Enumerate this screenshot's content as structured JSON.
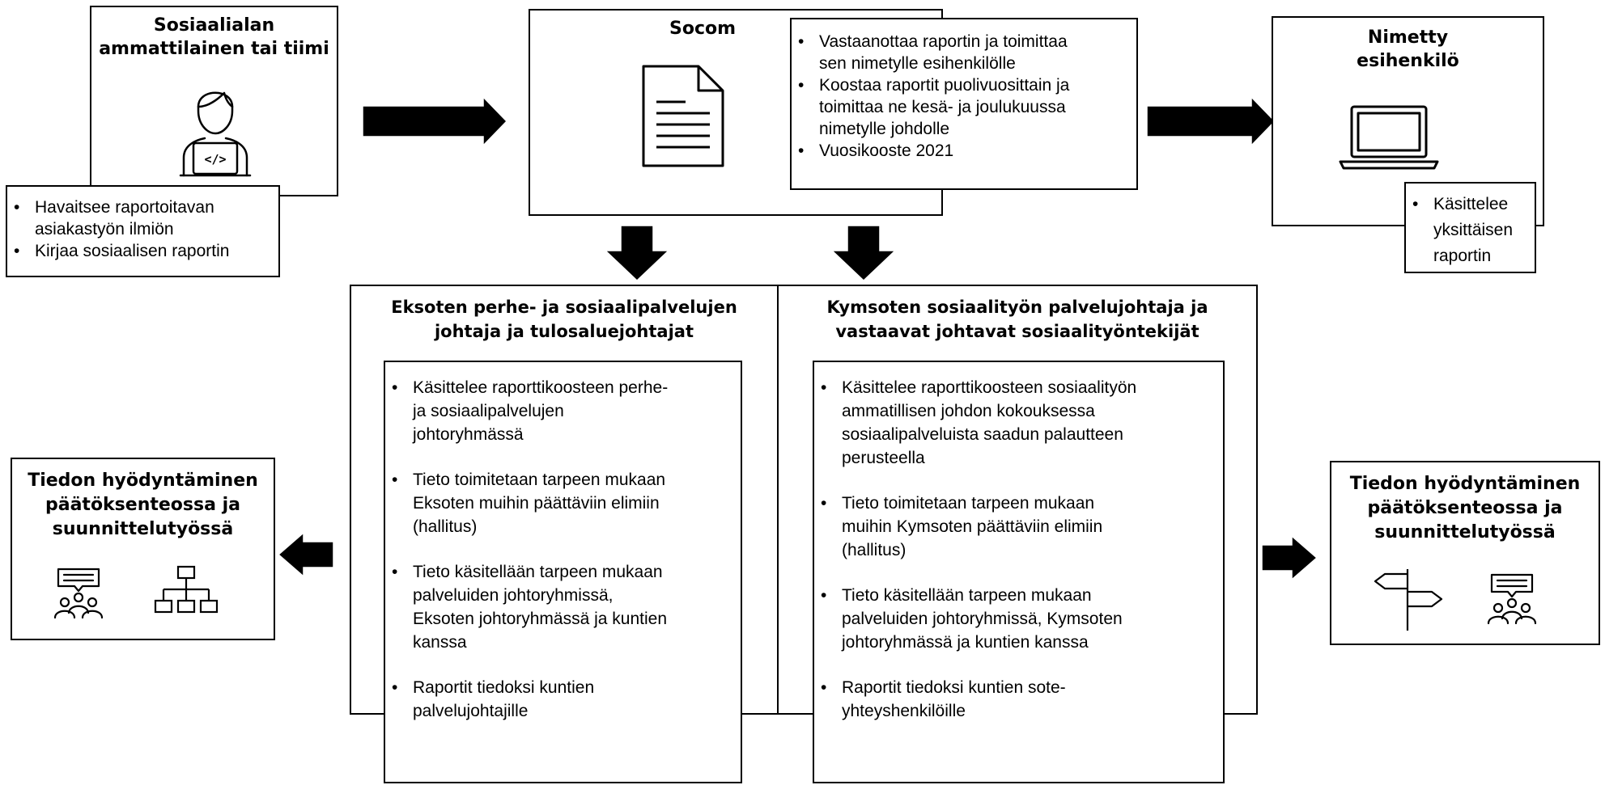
{
  "reporter": {
    "title": "Sosiaalialan\nammattilainen tai tiimi",
    "bullets": [
      "Havaitsee raportoitavan\nasiakastyön ilmiön",
      "Kirjaa sosiaalisen raportin"
    ]
  },
  "socom": {
    "title": "Socom",
    "bullets": [
      "Vastaanottaa raportin ja toimittaa\nsen nimetylle esihenkilölle",
      "Koostaa raportit puolivuosittain ja\ntoimittaa ne kesä- ja joulukuussa\nnimetylle johdolle",
      "Vuosikooste 2021"
    ]
  },
  "supervisor": {
    "title": "Nimetty\nesihenkilö",
    "bullets": [
      "Käsittelee\nyksittäisen\nraportin"
    ]
  },
  "eksote": {
    "title": "Eksoten perhe- ja sosiaalipalvelujen\njohtaja ja tulosaluejohtajat",
    "bullets": [
      "Käsittelee raporttikoosteen perhe-\nja sosiaalipalvelujen\njohtoryhmässä",
      "Tieto toimitetaan tarpeen mukaan\nEksoten muihin päättäviin elimiin\n(hallitus)",
      "Tieto käsitellään tarpeen mukaan\npalveluiden johtoryhmissä,\nEksoten johtoryhmässä ja kuntien\nkanssa",
      "Raportit tiedoksi kuntien\npalvelujohtajille"
    ]
  },
  "kymsote": {
    "title": "Kymsoten sosiaalityön palvelujohtaja ja\nvastaavat johtavat sosiaalityöntekijät",
    "bullets": [
      "Käsittelee raporttikoosteen sosiaalityön\nammatillisen johdon kokouksessa\nsosiaalipalveluista saadun palautteen\nperusteella",
      "Tieto toimitetaan tarpeen mukaan\nmuihin Kymsoten päättäviin elimiin\n(hallitus)",
      "Tieto käsitellään tarpeen mukaan\npalveluiden johtoryhmissä, Kymsoten\njohtoryhmässä ja kuntien kanssa",
      "Raportit tiedoksi kuntien sote-\nyhteyshenkilöille"
    ]
  },
  "utilization_left": {
    "title": "Tiedon hyödyntäminen\npäätöksenteossa ja\nsuunnittelutyössä"
  },
  "utilization_right": {
    "title": "Tiedon hyödyntäminen\npäätöksenteossa ja\nsuunnittelutyössä"
  },
  "icons": {
    "reporter": "person-at-laptop-icon",
    "socom": "document-icon",
    "supervisor": "laptop-icon",
    "left": [
      "meeting-group-icon",
      "org-chart-icon"
    ],
    "right": [
      "signpost-icon",
      "meeting-group-icon"
    ]
  },
  "colors": {
    "ink": "#000000",
    "background": "#ffffff"
  }
}
